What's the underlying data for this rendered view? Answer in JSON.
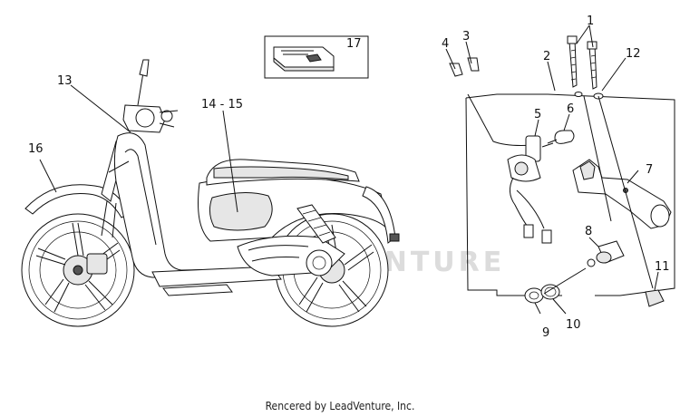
{
  "callouts": {
    "c1": "1",
    "c2": "2",
    "c3": "3",
    "c4": "4",
    "c5": "5",
    "c6": "6",
    "c7": "7",
    "c8": "8",
    "c9": "9",
    "c10": "10",
    "c11": "11",
    "c12": "12",
    "c13": "13",
    "c14_15": "14 - 15",
    "c16": "16",
    "c17": "17"
  },
  "watermark": "VENTURE",
  "footer": "Rencered by LeadVenture, Inc."
}
